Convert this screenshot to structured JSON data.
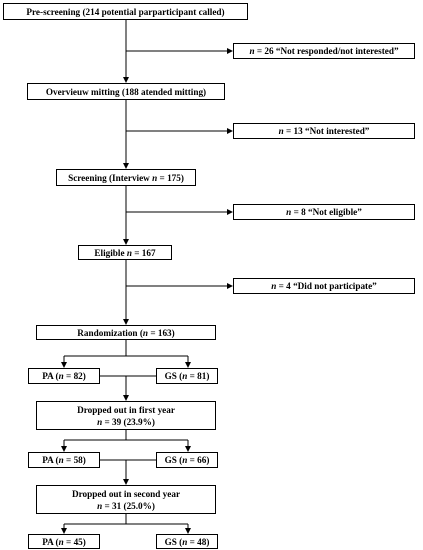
{
  "flow": {
    "prescreen": {
      "text": "Pre-screening (214 potential parparticipant called)"
    },
    "excl_1": {
      "n": "n",
      "rest": " = 26  “Not responded/not interested”"
    },
    "overview": {
      "text": "Overvieuw mitting  (188 atended mitting)"
    },
    "excl_2": {
      "n": "n",
      "rest": " = 13 “Not interested”"
    },
    "screening": {
      "pre": "Screening (Interview ",
      "n": "n",
      "post": " = 175)"
    },
    "excl_3": {
      "n": "n",
      "rest": " =  8 “Not eligible”"
    },
    "eligible": {
      "pre": "Eligible ",
      "n": "n",
      "post": " = 167"
    },
    "excl_4": {
      "n": "n",
      "rest": " = 4 “Did not participate”"
    },
    "randomization": {
      "pre": "Randomization (",
      "n": "n",
      "post": " = 163)"
    },
    "pa_1": {
      "pre": "PA (",
      "n": "n",
      "post": " = 82)"
    },
    "gs_1": {
      "pre": "GS (",
      "n": "n",
      "post": " = 81)"
    },
    "drop_1": {
      "line1": "Dropped out in first year",
      "n": "n",
      "line2": " = 39  (23.9%)"
    },
    "pa_2": {
      "pre": "PA (",
      "n": "n",
      "post": " = 58)"
    },
    "gs_2": {
      "pre": "GS (",
      "n": "n",
      "post": " = 66)"
    },
    "drop_2": {
      "line1": "Dropped out in second year",
      "n": "n",
      "line2": " = 31  (25.0%)"
    },
    "pa_3": {
      "pre": "PA (",
      "n": "n",
      "post": " = 45)"
    },
    "gs_3": {
      "pre": "GS (",
      "n": "n",
      "post": " = 48)"
    }
  }
}
